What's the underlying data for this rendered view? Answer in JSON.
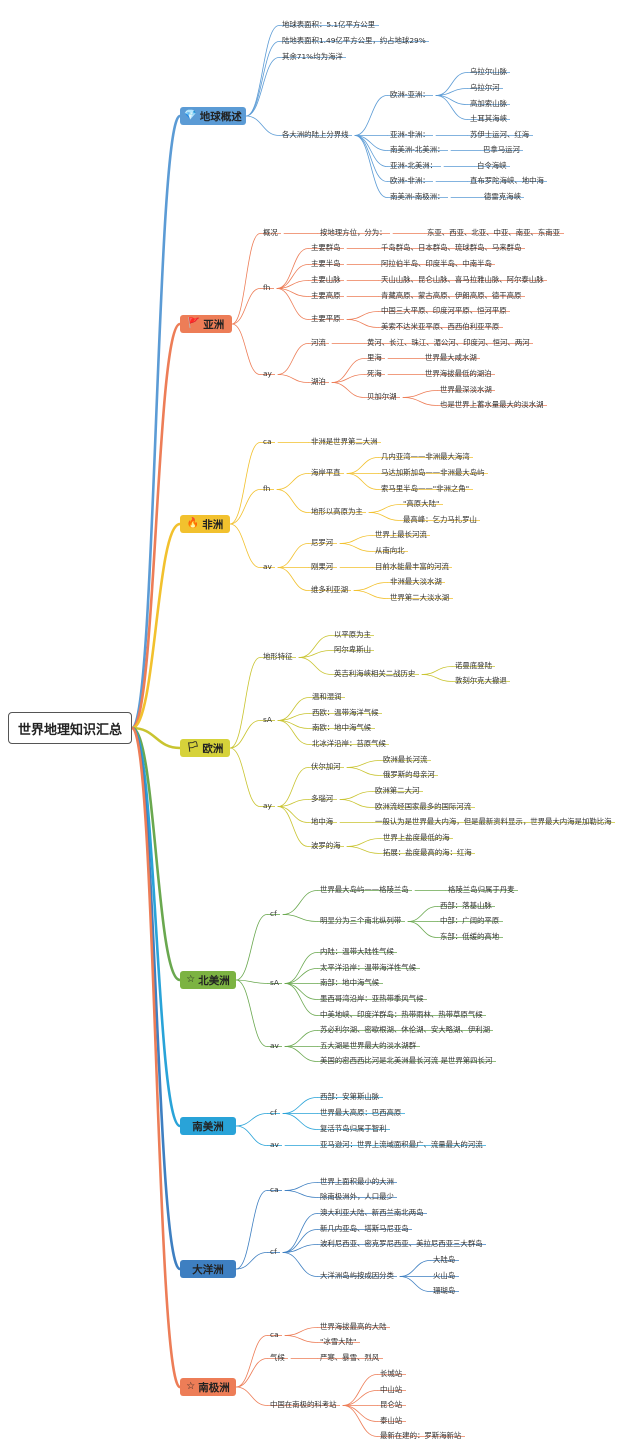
{
  "root": "世界地理知识汇总",
  "branches": [
    {
      "id": "earth",
      "label": "地球概述",
      "icon": "heart-icon",
      "glyph": "💎",
      "color": "#5b9bd5",
      "box": "#5b9bd5",
      "children": [
        {
          "text": "地球表面积：5.1亿平方公里"
        },
        {
          "text": "陆地表面积1.49亿平方公里，约占地球29%"
        },
        {
          "text": "其余71%均为海洋"
        },
        {
          "text": "各大洲的陆上分界线",
          "children": [
            {
              "text": "欧洲-亚洲：",
              "children": [
                {
                  "text": "乌拉尔山脉"
                },
                {
                  "text": "乌拉尔河"
                },
                {
                  "text": "高加索山脉"
                },
                {
                  "text": "土耳其海峡"
                }
              ]
            },
            {
              "text": "亚洲-非洲：",
              "children": [
                {
                  "text": "苏伊士运河、红海"
                }
              ]
            },
            {
              "text": "南美洲-北美洲：",
              "children": [
                {
                  "text": "巴拿马运河"
                }
              ]
            },
            {
              "text": "亚洲-北美洲：",
              "children": [
                {
                  "text": "白令海峡"
                }
              ]
            },
            {
              "text": "欧洲-非洲：",
              "children": [
                {
                  "text": "直布罗陀海峡、地中海"
                }
              ]
            },
            {
              "text": "南美洲-南极洲：",
              "children": [
                {
                  "text": "德雷克海峡"
                }
              ]
            }
          ]
        }
      ]
    },
    {
      "id": "asia",
      "label": "亚洲",
      "icon": "flag-icon",
      "glyph": "🚩",
      "color": "#ed7d57",
      "box": "#ed7d57",
      "children": [
        {
          "text": "概况",
          "children": [
            {
              "text": "按地理方位，分为：",
              "children": [
                {
                  "text": "东亚、西亚、北亚、中亚、南亚、东南亚"
                }
              ]
            }
          ]
        },
        {
          "text": "fh",
          "children": [
            {
              "text": "主要群岛",
              "children": [
                {
                  "text": "千岛群岛、日本群岛、琉球群岛、马来群岛"
                }
              ]
            },
            {
              "text": "主要半岛",
              "children": [
                {
                  "text": "阿拉伯半岛、印度半岛、中南半岛"
                }
              ]
            },
            {
              "text": "主要山脉",
              "children": [
                {
                  "text": "天山山脉、昆仑山脉、喜马拉雅山脉、阿尔泰山脉"
                }
              ]
            },
            {
              "text": "主要高原",
              "children": [
                {
                  "text": "青藏高原、蒙古高原、伊朗高原、德干高原"
                }
              ]
            },
            {
              "text": "主要平原",
              "children": [
                {
                  "text": "中国三大平原、印度河平原、恒河平原"
                },
                {
                  "text": "美索不达米亚平原、西西伯利亚平原"
                }
              ]
            }
          ]
        },
        {
          "text": "ay",
          "children": [
            {
              "text": "河流",
              "children": [
                {
                  "text": "黄河、长江、珠江、湄公河、印度河、恒河、两河"
                }
              ]
            },
            {
              "text": "湖泊",
              "children": [
                {
                  "text": "里海",
                  "children": [
                    {
                      "text": "世界最大咸水湖"
                    }
                  ]
                },
                {
                  "text": "死海",
                  "children": [
                    {
                      "text": "世界海拔最低的湖泊"
                    }
                  ]
                },
                {
                  "text": "贝加尔湖",
                  "children": [
                    {
                      "text": "世界最深淡水湖"
                    },
                    {
                      "text": "也是世界上蓄水量最大的淡水湖"
                    }
                  ]
                }
              ]
            }
          ]
        }
      ]
    },
    {
      "id": "africa",
      "label": "非洲",
      "icon": "fire-icon",
      "glyph": "🔥",
      "color": "#f2c12e",
      "box": "#f2c12e",
      "children": [
        {
          "text": "ca",
          "children": [
            {
              "text": "非洲是世界第二大洲"
            }
          ]
        },
        {
          "text": "fh",
          "children": [
            {
              "text": "海岸平直",
              "children": [
                {
                  "text": "几内亚湾——非洲最大海湾"
                },
                {
                  "text": "马达加斯加岛——非洲最大岛屿"
                },
                {
                  "text": "索马里半岛——\"非洲之角\""
                }
              ]
            },
            {
              "text": "地形以高原为主",
              "children": [
                {
                  "text": "\"高原大陆\""
                },
                {
                  "text": "最高峰：乞力马扎罗山"
                }
              ]
            }
          ]
        },
        {
          "text": "av",
          "children": [
            {
              "text": "尼罗河",
              "children": [
                {
                  "text": "世界上最长河流"
                },
                {
                  "text": "从南向北"
                }
              ]
            },
            {
              "text": "刚果河",
              "children": [
                {
                  "text": "目前水能最丰富的河流"
                }
              ]
            },
            {
              "text": "维多利亚湖",
              "children": [
                {
                  "text": "非洲最大淡水湖"
                },
                {
                  "text": "世界第二大淡水湖"
                }
              ]
            }
          ]
        }
      ]
    },
    {
      "id": "europe",
      "label": "欧洲",
      "icon": "flag-icon",
      "glyph": "🏳",
      "color": "#c9c430",
      "box": "#d6d23a",
      "children": [
        {
          "text": "地形特征",
          "children": [
            {
              "text": "以平原为主"
            },
            {
              "text": "阿尔卑斯山"
            },
            {
              "text": "英吉利海峡相关二战历史",
              "children": [
                {
                  "text": "诺曼底登陆"
                },
                {
                  "text": "敦刻尔克大撤退"
                }
              ]
            }
          ]
        },
        {
          "text": "sA",
          "children": [
            {
              "text": "温和湿润"
            },
            {
              "text": "西欧：温带海洋气候"
            },
            {
              "text": "南欧：地中海气候"
            },
            {
              "text": "北冰洋沿岸：苔原气候"
            }
          ]
        },
        {
          "text": "ay",
          "children": [
            {
              "text": "伏尔加河",
              "children": [
                {
                  "text": "欧洲最长河流"
                },
                {
                  "text": "俄罗斯的母亲河"
                }
              ]
            },
            {
              "text": "多瑙河",
              "children": [
                {
                  "text": "欧洲第二大河"
                },
                {
                  "text": "欧洲流经国家最多的国际河流"
                }
              ]
            },
            {
              "text": "地中海",
              "children": [
                {
                  "text": "一般认为是世界最大内海，但是最新资料显示，世界最大内海是加勒比海"
                }
              ]
            },
            {
              "text": "波罗的海",
              "children": [
                {
                  "text": "世界上盐度最低的海"
                },
                {
                  "text": "拓展：盐度最高的海：红海"
                }
              ]
            }
          ]
        }
      ]
    },
    {
      "id": "namerica",
      "label": "北美洲",
      "icon": "star-icon",
      "glyph": "☆",
      "color": "#6aa84f",
      "box": "#7cb342",
      "children": [
        {
          "text": "cf",
          "children": [
            {
              "text": "世界最大岛屿——格陵兰岛",
              "children": [
                {
                  "text": "格陵兰岛归属于丹麦"
                }
              ]
            },
            {
              "text": "明显分为三个南北纵列带",
              "children": [
                {
                  "text": "西部：落基山脉"
                },
                {
                  "text": "中部：广阔的平原"
                },
                {
                  "text": "东部：低缓的高地"
                }
              ]
            }
          ]
        },
        {
          "text": "sA",
          "children": [
            {
              "text": "内陆：温带大陆性气候"
            },
            {
              "text": "太平洋沿岸：温带海洋性气候"
            },
            {
              "text": "南部：地中海气候"
            },
            {
              "text": "墨西哥湾沿岸：亚热带季风气候"
            },
            {
              "text": "中美地峡、印度洋群岛：热带雨林、热带草原气候"
            }
          ]
        },
        {
          "text": "av",
          "children": [
            {
              "text": "苏必利尔湖、密歇根湖、休伦湖、安大略湖、伊利湖"
            },
            {
              "text": "五大湖是世界最大的淡水湖群"
            },
            {
              "text": "美国的密西西比河是北美洲最长河流 是世界第四长河"
            }
          ]
        }
      ]
    },
    {
      "id": "samerica",
      "label": "南美洲",
      "icon": "none",
      "glyph": "",
      "color": "#29a3d8",
      "box": "#29a3d8",
      "children": [
        {
          "text": "cf",
          "children": [
            {
              "text": "西部：安第斯山脉"
            },
            {
              "text": "世界最大高原：巴西高原"
            },
            {
              "text": "复活节岛归属于智利"
            }
          ]
        },
        {
          "text": "av",
          "children": [
            {
              "text": "亚马逊河：世界上流域面积最广、流量最大的河流"
            }
          ]
        }
      ]
    },
    {
      "id": "oceania",
      "label": "大洋洲",
      "icon": "none",
      "glyph": "",
      "color": "#3e7fc1",
      "box": "#3e7fc1",
      "children": [
        {
          "text": "ca",
          "children": [
            {
              "text": "世界上面积最小的大洲"
            },
            {
              "text": "除南极洲外，人口最少"
            }
          ]
        },
        {
          "text": "cf",
          "children": [
            {
              "text": "澳大利亚大陆、新西兰南北两岛"
            },
            {
              "text": "新几内亚岛、塔斯马尼亚岛"
            },
            {
              "text": "波利尼西亚、密克罗尼西亚、美拉尼西亚三大群岛"
            },
            {
              "text": "大洋洲岛屿按成因分类",
              "children": [
                {
                  "text": "大陆岛"
                },
                {
                  "text": "火山岛"
                },
                {
                  "text": "珊瑚岛"
                }
              ]
            }
          ]
        }
      ]
    },
    {
      "id": "antarctica",
      "label": "南极洲",
      "icon": "star-icon",
      "glyph": "☆",
      "color": "#ed7d57",
      "box": "#ed7d57",
      "children": [
        {
          "text": "ca",
          "children": [
            {
              "text": "世界海拔最高的大陆"
            },
            {
              "text": "\"冰雪大陆\""
            }
          ]
        },
        {
          "text": "气候",
          "children": [
            {
              "text": "严寒、暴雪、烈风"
            }
          ]
        },
        {
          "text": "中国在南极的科考站",
          "children": [
            {
              "text": "长城站"
            },
            {
              "text": "中山站"
            },
            {
              "text": "昆仑站"
            },
            {
              "text": "泰山站"
            },
            {
              "text": "最新在建的：罗斯海新站"
            }
          ]
        }
      ]
    }
  ]
}
